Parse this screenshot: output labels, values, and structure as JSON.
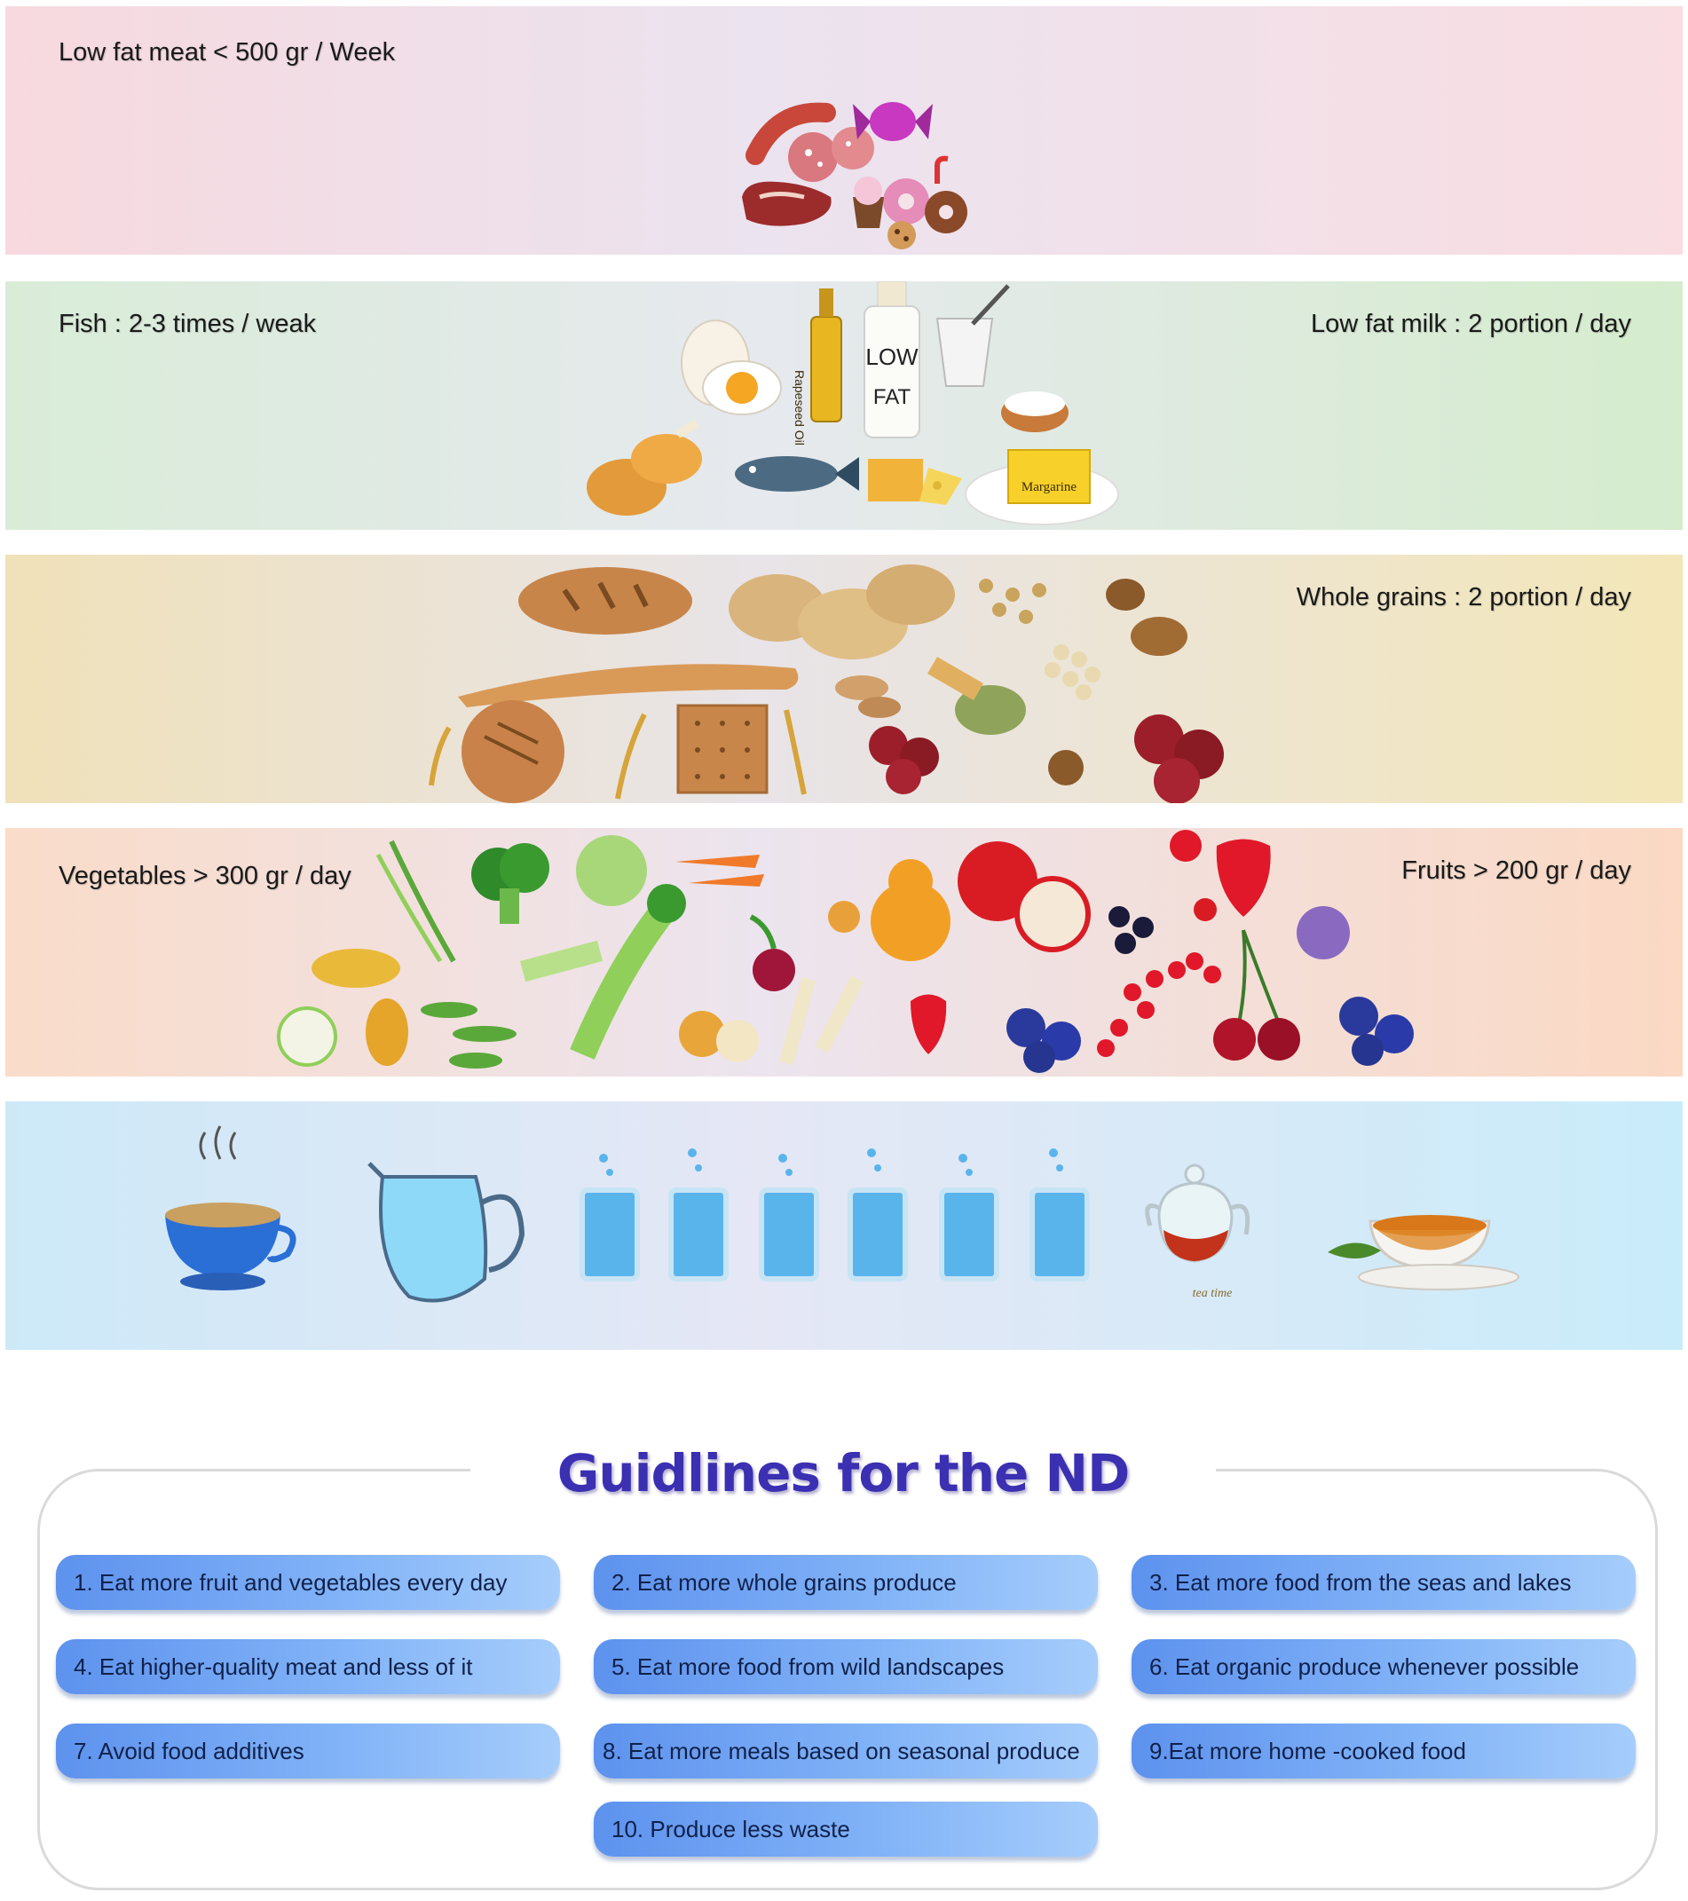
{
  "pyramid": {
    "band1": {
      "left_label": "Low fat meat < 500 gr / Week"
    },
    "band2": {
      "left_label": "Fish : 2-3 times / weak",
      "right_label": "Low fat milk : 2 portion / day",
      "oil_label": "Rapeseed Oil",
      "milk_label_1": "LOW",
      "milk_label_2": "FAT",
      "margarine_label": "Margarine"
    },
    "band3": {
      "right_label": "Whole grains : 2 portion / day"
    },
    "band4": {
      "left_label": "Vegetables > 300 gr / day",
      "right_label": "Fruits > 200 gr / day"
    },
    "band5": {
      "teapot_caption": "tea time"
    }
  },
  "guidelines": {
    "title": "Guidlines for the ND",
    "items": [
      "1. Eat  more fruit and vegetables every day",
      "2. Eat more whole grains produce",
      "3. Eat more food from the seas and lakes",
      "4. Eat higher-quality meat and less of it",
      "5. Eat more food from wild landscapes",
      "6. Eat organic produce whenever possible",
      "7. Avoid food additives",
      "8. Eat more meals based on seasonal produce",
      "9.Eat more home -cooked food",
      "10. Produce less waste"
    ]
  }
}
